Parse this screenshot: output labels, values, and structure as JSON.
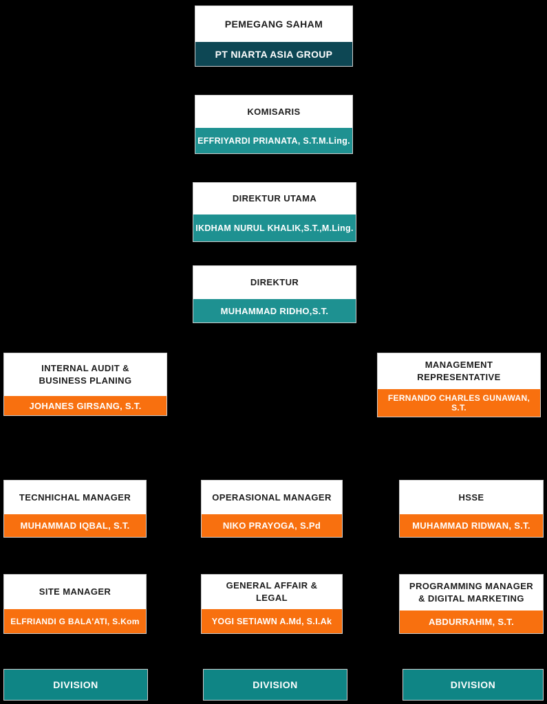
{
  "page": {
    "background_color": "#000000",
    "type": "organization-chart"
  },
  "palette": {
    "dark_teal": "#0D4754",
    "teal": "#1E9191",
    "division_teal": "#0F8585",
    "orange": "#F8700F",
    "box_white": "#FFFFFF",
    "title_text": "#1C1C1C",
    "name_text": "#FFFFFF"
  },
  "org_chart": {
    "nodes": [
      {
        "id": "shareholder",
        "title": "PEMEGANG SAHAM",
        "name": "PT NIARTA ASIA GROUP",
        "name_color": "dark_teal"
      },
      {
        "id": "komisaris",
        "title": "KOMISARIS",
        "name": "EFFRIYARDI PRIANATA, S.T.M.Ling.",
        "name_color": "teal"
      },
      {
        "id": "direktur-utama",
        "title": "DIREKTUR UTAMA",
        "name": "IKDHAM NURUL KHALIK,S.T.,M.Ling.",
        "name_color": "teal"
      },
      {
        "id": "direktur",
        "title": "DIREKTUR",
        "name": "MUHAMMAD RIDHO,S.T.",
        "name_color": "teal"
      },
      {
        "id": "internal-audit",
        "title": "INTERNAL AUDIT &\nBUSINESS PLANING",
        "name": "JOHANES GIRSANG, S.T.",
        "name_color": "orange"
      },
      {
        "id": "management-representative",
        "title": "MANAGEMENT\nREPRESENTATIVE",
        "name": "FERNANDO CHARLES GUNAWAN, S.T.",
        "name_color": "orange"
      },
      {
        "id": "technical-manager",
        "title": "TECNHICHAL MANAGER",
        "name": "MUHAMMAD IQBAL, S.T.",
        "name_color": "orange"
      },
      {
        "id": "operational-manager",
        "title": "OPERASIONAL MANAGER",
        "name": "NIKO PRAYOGA, S.Pd",
        "name_color": "orange"
      },
      {
        "id": "hsse",
        "title": "HSSE",
        "name": "MUHAMMAD RIDWAN, S.T.",
        "name_color": "orange"
      },
      {
        "id": "site-manager",
        "title": "SITE MANAGER",
        "name": "ELFRIANDI G BALA'ATI, S.Kom",
        "name_color": "orange"
      },
      {
        "id": "general-affair-legal",
        "title": "GENERAL AFFAIR &\nLEGAL",
        "name": "YOGI SETIAWN A.Md, S.I.Ak",
        "name_color": "orange"
      },
      {
        "id": "programming-manager",
        "title": "PROGRAMMING MANAGER\n& DIGITAL MARKETING",
        "name": "ABDURRAHIM, S.T.",
        "name_color": "orange"
      }
    ],
    "divisions": [
      {
        "id": "division-1",
        "label": "DIVISION"
      },
      {
        "id": "division-2",
        "label": "DIVISION"
      },
      {
        "id": "division-3",
        "label": "DIVISION"
      }
    ]
  }
}
